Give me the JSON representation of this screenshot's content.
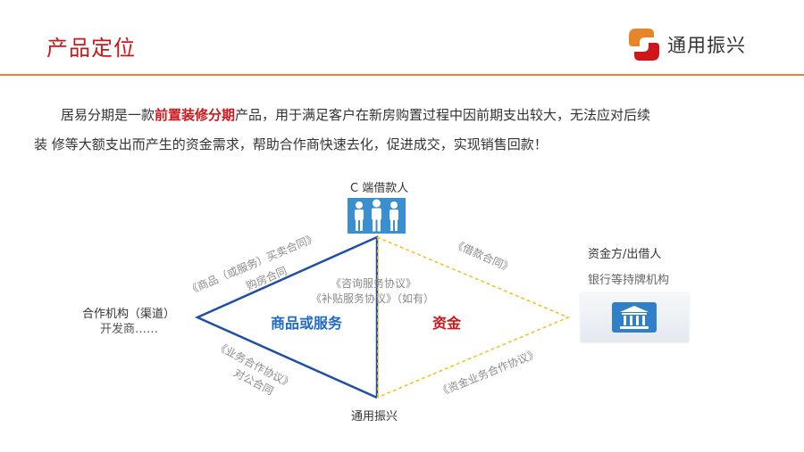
{
  "header": {
    "title": "产品定位",
    "logo_text": "通用振兴",
    "accent_color": "#d0161b",
    "rule_color": "#e8842a"
  },
  "intro": {
    "prefix": "居易分期是一款",
    "highlight": "前置装修分期",
    "line1_rest": "产品，用于满足客户在新房购置过程中因前期支出较大，无法应对后续",
    "line2": "装 修等大额支出而产生的资金需求，帮助合作商快速去化，促进成交，实现销售回款！"
  },
  "diagram": {
    "borrower_label": "C 端借款人",
    "partner_label": "合作机构（渠道）",
    "partner_sub": "开发商……",
    "funder_label": "资金方/出借人",
    "funder_sub": "银行等持牌机构",
    "platform_label": "通用振兴",
    "left_region_label": "商品或服务",
    "right_region_label": "资金",
    "contract_top_left_1": "《商品（或服务）买卖合同》",
    "contract_top_left_2": "购房合同",
    "contract_bottom_left_1": "《业务合作协议》",
    "contract_bottom_left_2": "对公合同",
    "contract_top_right": "《借款合同》",
    "contract_bottom_right": "《资金业务合作协议》",
    "contract_center_1": "《咨询服务协议》",
    "contract_center_2": "《补贴服务协议》（如有）",
    "colors": {
      "left_triangle": "#1f4fa8",
      "right_triangle": "#f0c020",
      "left_region_text": "#1f6bc8",
      "right_region_text": "#d0161b",
      "icon_blue": "#3a8fd0"
    }
  }
}
